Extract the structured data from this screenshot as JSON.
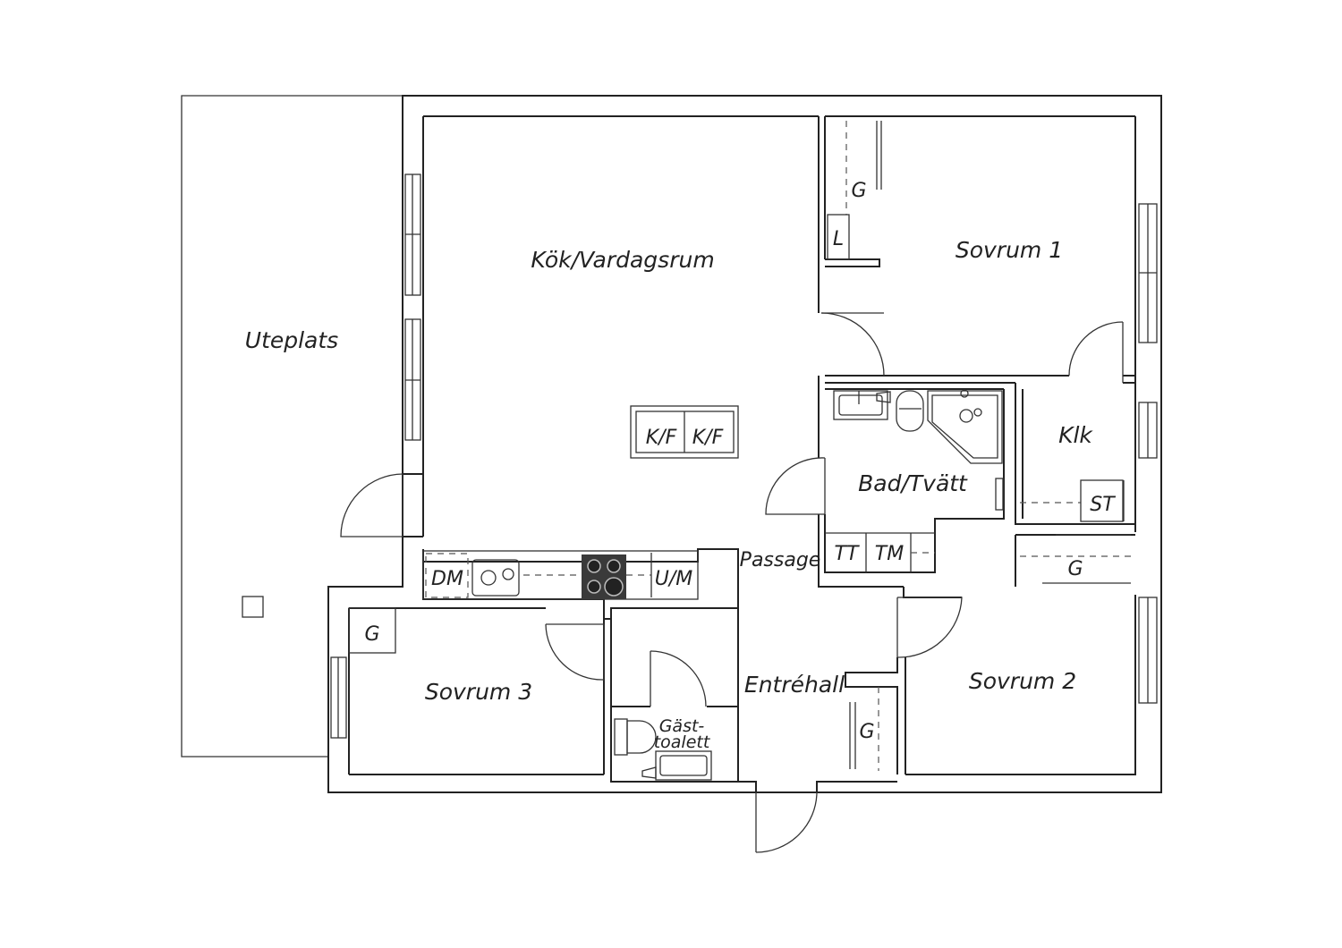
{
  "rooms": {
    "uteplats": "Uteplats",
    "kok_vardagsrum": "Kök/Vardagsrum",
    "sovrum1": "Sovrum 1",
    "sovrum2": "Sovrum 2",
    "sovrum3": "Sovrum 3",
    "klk": "Klk",
    "bad_tvatt": "Bad/Tvätt",
    "passage": "Passage",
    "entrehall": "Entréhall",
    "gasttoalett_line1": "Gäst-",
    "gasttoalett_line2": "toalett"
  },
  "fixtures": {
    "g": "G",
    "l": "L",
    "kf": "K/F",
    "dm": "DM",
    "um": "U/M",
    "tt": "TT",
    "tm": "TM",
    "st": "ST"
  }
}
